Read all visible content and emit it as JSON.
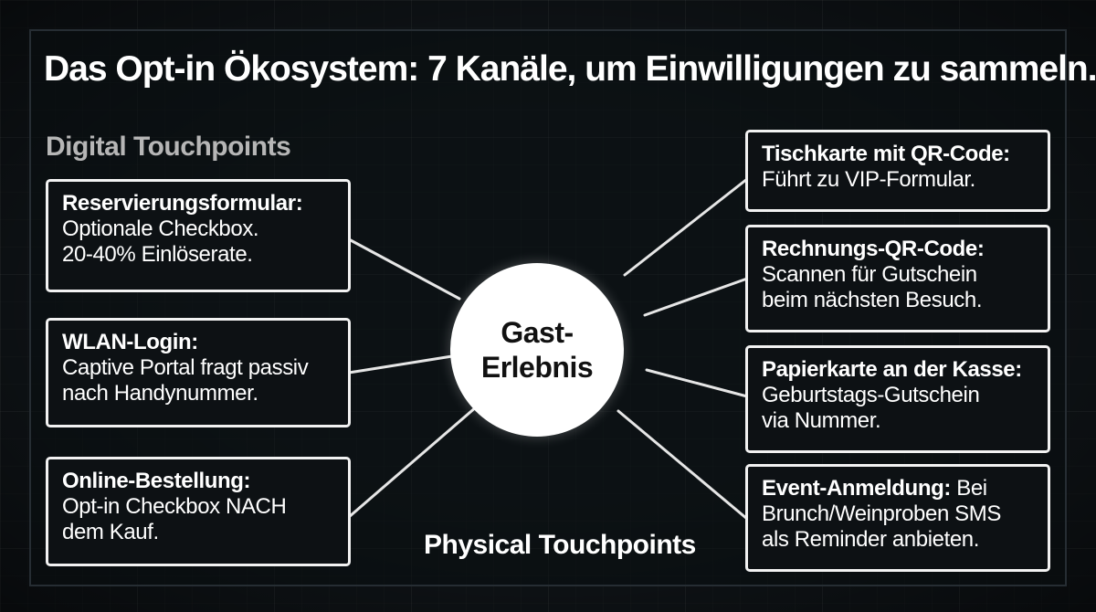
{
  "title": "Das Opt-in Ökosystem: 7 Kanäle, um Einwilligungen zu sammeln.",
  "sections": {
    "digital": "Digital Touchpoints",
    "physical": "Physical Touchpoints"
  },
  "hub": {
    "line1": "Gast-",
    "line2": "Erlebnis"
  },
  "digital_cards": [
    {
      "heading": "Reservierungsformular:",
      "line1": "Optionale Checkbox.",
      "line2": "20-40% Einlöserate."
    },
    {
      "heading": "WLAN-Login:",
      "line1": "Captive Portal fragt passiv",
      "line2": "nach Handynummer."
    },
    {
      "heading": "Online-Bestellung:",
      "line1": "Opt-in Checkbox NACH",
      "line2": "dem Kauf."
    }
  ],
  "physical_cards": [
    {
      "heading": "Tischkarte mit QR-Code:",
      "line1": "Führt zu VIP-Formular.",
      "line2": ""
    },
    {
      "heading": "Rechnungs-QR-Code:",
      "line1": "Scannen für Gutschein",
      "line2": "beim nächsten Besuch."
    },
    {
      "heading": "Papierkarte an der Kasse:",
      "line1": "Geburtstags-Gutschein",
      "line2": "via Nummer."
    },
    {
      "heading": "Event-Anmeldung:",
      "heading_tail": " Bei",
      "line1": "Brunch/Weinproben SMS",
      "line2": "als Reminder anbieten."
    }
  ],
  "colors": {
    "background": "#11161a",
    "card_border": "#f2f2f2",
    "connector": "#e6e6e6",
    "hub_fill": "#ffffff",
    "digital_label": "#b6b6b6",
    "text": "#ffffff"
  }
}
